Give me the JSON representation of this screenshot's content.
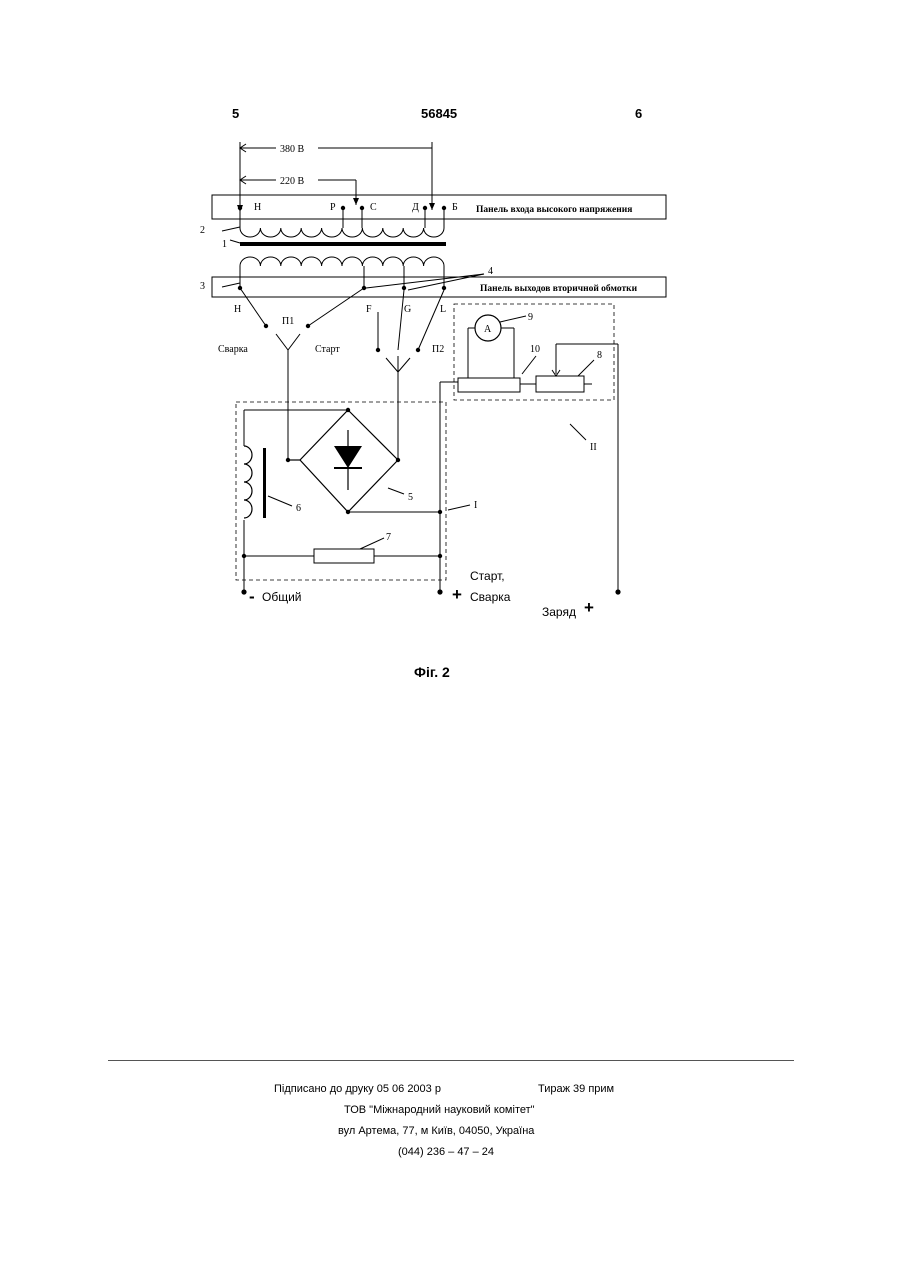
{
  "header": {
    "page_left": "5",
    "patent_number": "56845",
    "page_right": "6"
  },
  "diagram": {
    "voltage_380": "380 В",
    "voltage_220": "220 В",
    "input_terminals": [
      "Н",
      "Р",
      "С",
      "Д",
      "Б"
    ],
    "input_panel_label": "Панель входа высокого напряжения",
    "output_panel_label": "Панель выходов вторичной обмотки",
    "output_terminals": [
      "Н",
      "F",
      "G",
      "L"
    ],
    "switch_p1": "П1",
    "switch_p2": "П2",
    "label_welding": "Сварка",
    "label_start": "Старт",
    "block_i": "I",
    "block_ii": "II",
    "ref_numbers": [
      "1",
      "2",
      "3",
      "4",
      "5",
      "6",
      "7",
      "8",
      "9",
      "10"
    ],
    "ammeter": "A",
    "terminal_common_sign": "-",
    "terminal_common": "Общий",
    "terminal_plus_sign": "+",
    "terminal_start_welding": "Старт,",
    "terminal_start_welding_2": "Сварка",
    "terminal_charge": "Заряд",
    "terminal_charge_sign": "+"
  },
  "caption": "Фіг. 2",
  "footer": {
    "signed": "Підписано до друку 05 06 2003 р",
    "circulation": "Тираж 39 прим",
    "org": "ТОВ \"Міжнародний науковий комітет\"",
    "address": "вул  Артема, 77, м  Київ, 04050, Україна",
    "phone": "(044) 236 – 47 – 24"
  }
}
